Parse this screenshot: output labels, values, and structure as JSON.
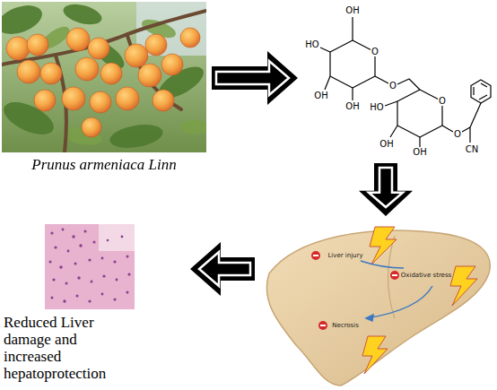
{
  "diagram": {
    "nodes": [
      {
        "text": [
          "Prunus armeniaca Linn"
        ]
      },
      {
        "text": [
          "OH",
          "O",
          "HO",
          "OH",
          "OH",
          "O",
          "O",
          "HO",
          "OH",
          "OH",
          "O",
          "CN"
        ]
      },
      {
        "text": [
          "Liver injury",
          "Oxidative stress",
          "Necrosis"
        ]
      },
      {
        "text": [
          "Reduced Liver damage and increased hepatoprotection"
        ]
      }
    ],
    "edges": [
      {
        "from": 0,
        "to": 1,
        "arrow": "to"
      },
      {
        "from": 1,
        "to": 2,
        "arrow": "to"
      },
      {
        "from": 2,
        "to": 3,
        "arrow": "to"
      }
    ]
  }
}
